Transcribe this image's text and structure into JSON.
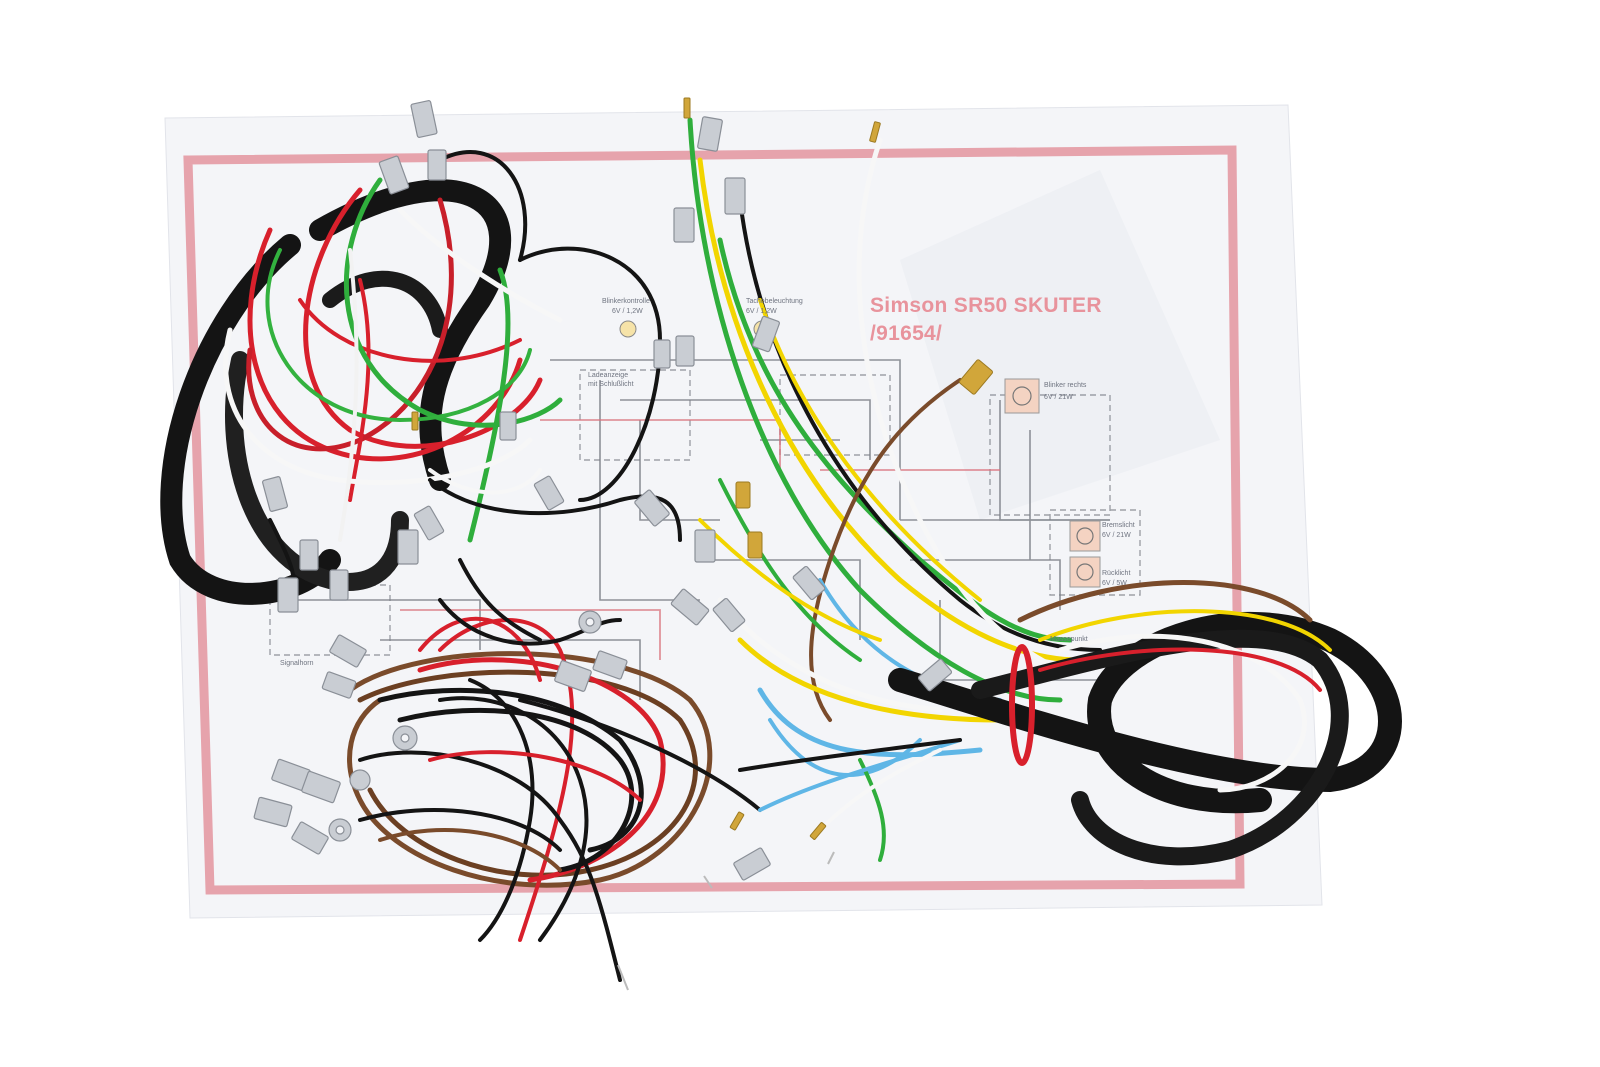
{
  "diagram": {
    "title_line1": "Simson SR50 SKUTER",
    "title_line2": "/91654/",
    "labels": {
      "blinker_control": "Blinkerkontrolle",
      "blinker_control_spec": "6V / 1,2W",
      "tacho_light": "Tachobeleuchtung",
      "tacho_light_spec": "6V / 1,2W",
      "charge_light": "Ladeanzeige",
      "charge_light_sub": "mit Schlußlicht",
      "blinker_right": "Blinker rechts",
      "blinker_right_spec": "6V / 21W",
      "brake_light": "Bremslicht",
      "brake_light_spec": "6V / 21W",
      "tail_light": "Rücklicht",
      "tail_light_spec": "6V / 5W",
      "horn": "Signalhorn",
      "ground": "Massepunkt"
    }
  },
  "colors": {
    "paper": "#f4f5f8",
    "frame": "#e6a3ac",
    "wire_black": "#141414",
    "wire_red": "#d8202c",
    "wire_green": "#2fae3c",
    "wire_white": "#f7f7f7",
    "wire_yellow": "#f2d500",
    "wire_brown": "#7a4b2b",
    "wire_blue": "#5fb6e6",
    "connector": "#c9cdd3",
    "connector_brass": "#d1a63a"
  },
  "icons": [
    "wiring-harness",
    "spade-connector",
    "ring-terminal",
    "lamp-symbol"
  ]
}
